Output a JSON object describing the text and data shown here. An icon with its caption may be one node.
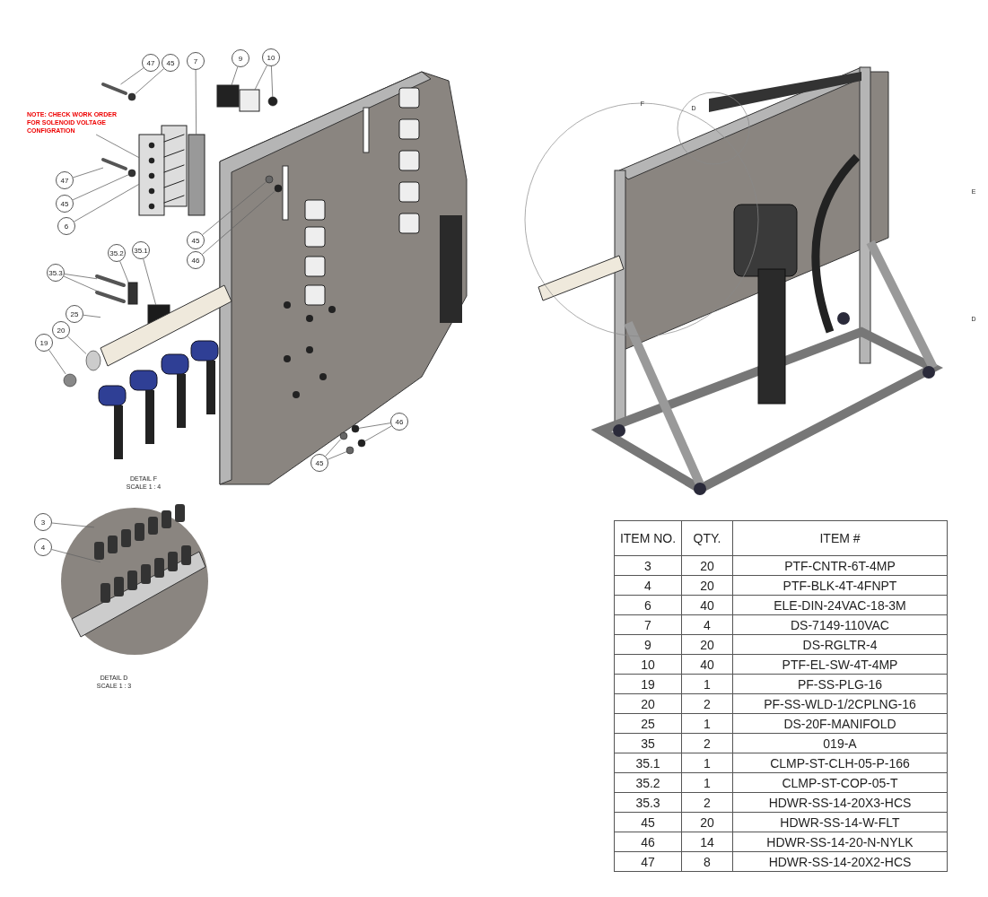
{
  "diagram": {
    "nodes": [
      {
        "text": [
          "47"
        ]
      },
      {
        "text": [
          "45"
        ]
      },
      {
        "text": [
          "7"
        ]
      },
      {
        "text": [
          "9"
        ]
      },
      {
        "text": [
          "10"
        ]
      },
      {
        "text": [
          "NOTE: CHECK WORK ORDER FOR SOLENOID VOLTAGE CONFIGRATION"
        ]
      },
      {
        "text": [
          "47"
        ]
      },
      {
        "text": [
          "45"
        ]
      },
      {
        "text": [
          "6"
        ]
      },
      {
        "text": [
          "45"
        ]
      },
      {
        "text": [
          "46"
        ]
      },
      {
        "text": [
          "35.2"
        ]
      },
      {
        "text": [
          "35.1"
        ]
      },
      {
        "text": [
          "35.3"
        ]
      },
      {
        "text": [
          "25"
        ]
      },
      {
        "text": [
          "20"
        ]
      },
      {
        "text": [
          "19"
        ]
      },
      {
        "text": [
          "46"
        ]
      },
      {
        "text": [
          "45"
        ]
      },
      {
        "text": [
          "3"
        ]
      },
      {
        "text": [
          "4"
        ]
      },
      {
        "text": [],
        "shape": "picture"
      },
      {
        "text": [],
        "shape": "circle"
      },
      {
        "text": [],
        "shape": "box"
      },
      {
        "text": [],
        "shape": "box"
      },
      {
        "text": [],
        "shape": "circle"
      },
      {
        "text": [],
        "shape": "box"
      },
      {
        "text": [],
        "shape": "picture"
      },
      {
        "text": [],
        "shape": "picture"
      },
      {
        "text": [],
        "shape": "circle"
      },
      {
        "text": [],
        "shape": "circle"
      },
      {
        "text": [],
        "shape": "circle"
      },
      {
        "text": [],
        "shape": "picture"
      },
      {
        "text": [],
        "shape": "picture"
      },
      {
        "text": [],
        "shape": "box"
      },
      {
        "text": [],
        "shape": "box"
      },
      {
        "text": [],
        "shape": "picture"
      },
      {
        "text": [],
        "shape": "circle"
      },
      {
        "text": [],
        "shape": "circle"
      },
      {
        "text": [],
        "shape": "circle"
      },
      {
        "text": [],
        "shape": "circle"
      },
      {
        "text": [],
        "shape": "circle"
      },
      {
        "text": [],
        "shape": "circle"
      },
      {
        "text": [],
        "shape": "picture"
      },
      {
        "text": [],
        "shape": "picture"
      }
    ],
    "edges": [
      {
        "from": 0,
        "to": 21,
        "arrow": "none"
      },
      {
        "from": 1,
        "to": 22,
        "arrow": "none"
      },
      {
        "from": 2,
        "to": 26,
        "arrow": "none"
      },
      {
        "from": 3,
        "to": 23,
        "arrow": "none"
      },
      {
        "from": 4,
        "to": 24,
        "arrow": "none"
      },
      {
        "from": 4,
        "to": 25,
        "arrow": "none"
      },
      {
        "from": 5,
        "to": 27,
        "arrow": "none"
      },
      {
        "from": 6,
        "to": 28,
        "arrow": "none"
      },
      {
        "from": 7,
        "to": 29,
        "arrow": "none"
      },
      {
        "from": 8,
        "to": 27,
        "arrow": "none"
      },
      {
        "from": 9,
        "to": 30,
        "arrow": "none"
      },
      {
        "from": 10,
        "to": 31,
        "arrow": "none"
      },
      {
        "from": 11,
        "to": 34,
        "arrow": "none"
      },
      {
        "from": 12,
        "to": 35,
        "arrow": "none"
      },
      {
        "from": 13,
        "to": 32,
        "arrow": "none"
      },
      {
        "from": 13,
        "to": 33,
        "arrow": "none"
      },
      {
        "from": 14,
        "to": 36,
        "arrow": "none"
      },
      {
        "from": 15,
        "to": 37,
        "arrow": "none"
      },
      {
        "from": 16,
        "to": 38,
        "arrow": "none"
      },
      {
        "from": 17,
        "to": 40,
        "arrow": "none"
      },
      {
        "from": 17,
        "to": 42,
        "arrow": "none"
      },
      {
        "from": 18,
        "to": 39,
        "arrow": "none"
      },
      {
        "from": 18,
        "to": 41,
        "arrow": "none"
      },
      {
        "from": 19,
        "to": 43,
        "arrow": "none"
      },
      {
        "from": 20,
        "to": 44,
        "arrow": "none"
      }
    ],
    "labels": [
      "DETAIL F",
      "SCALE 1 : 4",
      "DETAIL D",
      "SCALE 1 : 3",
      "F",
      "D",
      "E",
      "D",
      "ITEM NO.",
      "QTY.",
      "ITEM #",
      "3",
      "20",
      "PTF-CNTR-6T-4MP",
      "4",
      "20",
      "PTF-BLK-4T-4FNPT",
      "6",
      "40",
      "ELE-DIN-24VAC-18-3M",
      "7",
      "4",
      "DS-7149-110VAC",
      "9",
      "20",
      "DS-RGLTR-4",
      "10",
      "40",
      "PTF-EL-SW-4T-4MP",
      "19",
      "1",
      "PF-SS-PLG-16",
      "20",
      "2",
      "PF-SS-WLD-1/2CPLNG-16",
      "25",
      "1",
      "DS-20F-MANIFOLD",
      "35",
      "2",
      "019-A",
      "35.1",
      "1",
      "CLMP-ST-CLH-05-P-166",
      "35.2",
      "1",
      "CLMP-ST-COP-05-T",
      "35.3",
      "2",
      "HDWR-SS-14-20X3-HCS",
      "45",
      "20",
      "HDWR-SS-14-W-FLT",
      "46",
      "14",
      "HDWR-SS-14-20-N-NYLK",
      "47",
      "8",
      "HDWR-SS-14-20X2-HCS"
    ]
  }
}
